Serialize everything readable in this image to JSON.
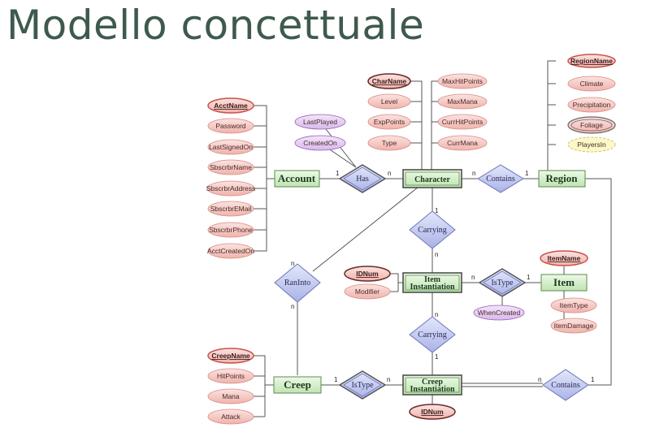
{
  "title": "Modello concettuale",
  "colors": {
    "title": "#3e5a4c",
    "attribute_fill": "#f5c9c4",
    "attribute_stroke": "#c9524a",
    "relationship_attr_fill": "#e6d2f2",
    "relationship_attr_stroke": "#9a5ab8",
    "entity_fill": "#d9f2d0",
    "entity_stroke": "#5d8a52",
    "relationship_fill": "#c9cff0",
    "relationship_stroke": "#6b74b8",
    "derived_fill": "#fcf8c8",
    "derived_stroke": "#c2b84a"
  },
  "entities": {
    "account": "Account",
    "character": "Character",
    "region": "Region",
    "item_instantiation": [
      "Item",
      "Instantiation"
    ],
    "item": "Item",
    "creep": "Creep",
    "creep_instantiation": [
      "Creep",
      "Instantiation"
    ]
  },
  "relationships": {
    "has": "Has",
    "contains_top": "Contains",
    "carrying_1": "Carrying",
    "istype_item": "IsType",
    "carrying_2": "Carrying",
    "raninto": "RanInto",
    "istype_creep": "IsType",
    "contains_bottom": "Contains"
  },
  "attributes": {
    "account": [
      "AcctName",
      "Password",
      "LastSignedOn",
      "SbscrbrName",
      "SbscrbrAddress",
      "SbscrbrEMail",
      "SbscrbrPhone",
      "AcctCreatedOn"
    ],
    "has": [
      "LastPlayed",
      "CreatedOn"
    ],
    "character_left": [
      "CharName",
      "Level",
      "ExpPoints",
      "Type"
    ],
    "character_right": [
      "MaxHitPoints",
      "MaxMana",
      "CurrHitPoints",
      "CurrMana"
    ],
    "region": [
      "RegionName",
      "Climate",
      "Precipitation",
      "Foliage",
      "PlayersIn"
    ],
    "item_instantiation": [
      "IDNum",
      "Modifier"
    ],
    "istype_item": [
      "WhenCreated"
    ],
    "item": [
      "ItemName",
      "ItemType",
      "ItemDamage"
    ],
    "creep": [
      "CreepName",
      "HitPoints",
      "Mana",
      "Attack"
    ],
    "creep_instantiation": [
      "IDNum"
    ]
  },
  "cardinalities": {
    "account_has": "1",
    "has_character": "n",
    "character_contains": "n",
    "contains_region": "1",
    "character_carrying": "1",
    "carrying_item_inst": "n",
    "item_inst_istype": "n",
    "istype_item": "1",
    "item_inst_carrying": "n",
    "carrying_creep_inst": "1",
    "character_raninto": "n",
    "raninto_creep": "n",
    "creep_istype": "1",
    "istype_creep_inst": "n",
    "creep_inst_contains": "n",
    "contains_region_bottom": "1"
  }
}
